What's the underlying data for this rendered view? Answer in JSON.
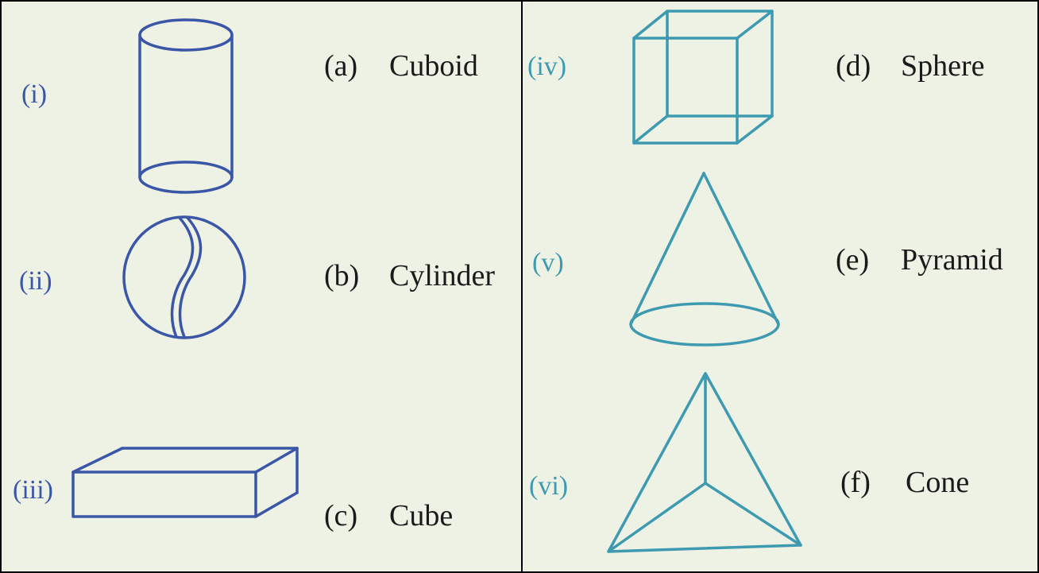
{
  "colors": {
    "background": "#eef2e4",
    "left_shapes": "#3a56a6",
    "right_shapes": "#3d9ab0",
    "border": "#000000",
    "text": "#1a1a1a"
  },
  "figures": [
    {
      "numeral": "(i)",
      "shape_icon": "cylinder-icon"
    },
    {
      "numeral": "(ii)",
      "shape_icon": "sphere-icon"
    },
    {
      "numeral": "(iii)",
      "shape_icon": "cuboid-icon"
    },
    {
      "numeral": "(iv)",
      "shape_icon": "cube-icon"
    },
    {
      "numeral": "(v)",
      "shape_icon": "cone-icon"
    },
    {
      "numeral": "(vi)",
      "shape_icon": "pyramid-icon"
    }
  ],
  "names": [
    {
      "letter": "(a)",
      "name": "Cuboid"
    },
    {
      "letter": "(b)",
      "name": "Cylinder"
    },
    {
      "letter": "(c)",
      "name": "Cube"
    },
    {
      "letter": "(d)",
      "name": "Sphere"
    },
    {
      "letter": "(e)",
      "name": "Pyramid"
    },
    {
      "letter": "(f)",
      "name": "Cone"
    }
  ]
}
